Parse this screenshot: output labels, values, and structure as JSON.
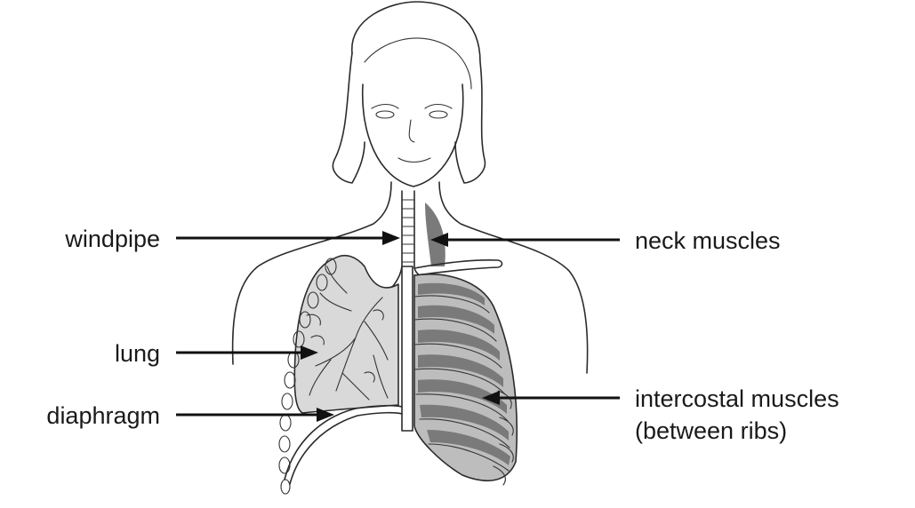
{
  "labels": {
    "windpipe": "windpipe",
    "lung": "lung",
    "diaphragm": "diaphragm",
    "neck_muscles": "neck muscles",
    "intercostal_line1": "intercostal muscles",
    "intercostal_line2": "(between ribs)"
  }
}
